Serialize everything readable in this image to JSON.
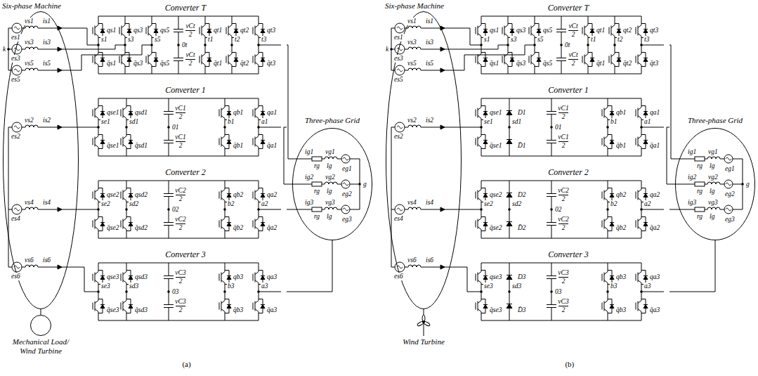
{
  "diagram": {
    "nodes": [
      {
        "text": [
          "Six-phase Machine"
        ]
      },
      {
        "text": [
          "Mechanical Load/ Wind Turbine"
        ]
      },
      {
        "text": [
          "Converter T"
        ]
      },
      {
        "text": [
          "Converter 1"
        ]
      },
      {
        "text": [
          "Converter 2"
        ]
      },
      {
        "text": [
          "Converter 3"
        ]
      },
      {
        "text": [
          "Three-phase Grid"
        ]
      },
      {
        "text": [
          "Six-phase Machine"
        ]
      },
      {
        "text": [
          "Wind Turbine"
        ]
      },
      {
        "text": [
          "Converter T"
        ]
      },
      {
        "text": [
          "Converter 1"
        ]
      },
      {
        "text": [
          "Converter 2"
        ]
      },
      {
        "text": [
          "Converter 3"
        ]
      },
      {
        "text": [
          "Three-phase Grid"
        ]
      }
    ],
    "edges": [
      {
        "from": 1,
        "to": 0,
        "arrow": "none"
      },
      {
        "from": 0,
        "to": 2,
        "arrow": "none"
      },
      {
        "from": 0,
        "to": 3,
        "arrow": "none"
      },
      {
        "from": 0,
        "to": 4,
        "arrow": "none"
      },
      {
        "from": 0,
        "to": 5,
        "arrow": "none"
      },
      {
        "from": 2,
        "to": 6,
        "arrow": "none"
      },
      {
        "from": 3,
        "to": 6,
        "arrow": "none"
      },
      {
        "from": 4,
        "to": 6,
        "arrow": "none"
      },
      {
        "from": 5,
        "to": 6,
        "arrow": "none"
      },
      {
        "from": 8,
        "to": 7,
        "arrow": "none"
      },
      {
        "from": 7,
        "to": 9,
        "arrow": "none"
      },
      {
        "from": 7,
        "to": 10,
        "arrow": "none"
      },
      {
        "from": 7,
        "to": 11,
        "arrow": "none"
      },
      {
        "from": 7,
        "to": 12,
        "arrow": "none"
      },
      {
        "from": 9,
        "to": 13,
        "arrow": "none"
      },
      {
        "from": 10,
        "to": 13,
        "arrow": "none"
      },
      {
        "from": 11,
        "to": 13,
        "arrow": "none"
      },
      {
        "from": 12,
        "to": 13,
        "arrow": "none"
      }
    ],
    "labels": [
      "vs1",
      "is1",
      "es1",
      "vs3",
      "is3",
      "es3",
      "vs5",
      "is5",
      "es5",
      "vs2",
      "is2",
      "es2",
      "vs4",
      "is4",
      "es4",
      "vs6",
      "is6",
      "es6",
      "k",
      "qs1",
      "q̄s1",
      "s1",
      "qs3",
      "q̄s3",
      "s3",
      "qs5",
      "q̄s5",
      "s5",
      "vCt",
      "2",
      "vCt",
      "2",
      "0t",
      "qt1",
      "q̄t1",
      "t1",
      "qt2",
      "q̄t2",
      "t2",
      "qt3",
      "q̄t3",
      "t3",
      "qse1",
      "q̄se1",
      "se1",
      "qsd1",
      "q̄sd1",
      "sd1",
      "vC1",
      "2",
      "vC1",
      "2",
      "01",
      "qb1",
      "q̄b1",
      "b1",
      "qa1",
      "q̄a1",
      "a1",
      "qse2",
      "q̄se2",
      "se2",
      "qsd2",
      "q̄sd2",
      "sd2",
      "vC2",
      "2",
      "vC2",
      "2",
      "02",
      "qb2",
      "q̄b2",
      "b2",
      "qa2",
      "q̄a2",
      "a2",
      "qse3",
      "q̄se3",
      "se3",
      "qsd3",
      "q̄sd3",
      "sd3",
      "vC3",
      "2",
      "vC3",
      "2",
      "03",
      "qb3",
      "q̄b3",
      "b3",
      "qa3",
      "q̄a3",
      "a3",
      "vg1",
      "ig1",
      "rg",
      "lg",
      "eg1",
      "vg2",
      "ig2",
      "rg",
      "lg",
      "eg2",
      "vg3",
      "ig3",
      "rg",
      "lg",
      "eg3",
      "g",
      "(a)",
      "vs1",
      "is1",
      "es1",
      "vs3",
      "is3",
      "es3",
      "vs5",
      "is5",
      "es5",
      "vs2",
      "is2",
      "es2",
      "vs4",
      "is4",
      "es4",
      "vs6",
      "is6",
      "es6",
      "k",
      "qs1",
      "q̄s1",
      "s1",
      "qs3",
      "q̄s3",
      "s3",
      "qs5",
      "q̄s5",
      "s5",
      "vCt",
      "2",
      "vCt",
      "2",
      "0t",
      "qt1",
      "q̄t1",
      "t1",
      "qt2",
      "q̄t2",
      "t2",
      "qt3",
      "q̄t3",
      "t3",
      "qse1",
      "q̄se1",
      "se1",
      "D1",
      "D̄1",
      "sd1",
      "vC1",
      "2",
      "vC1",
      "2",
      "01",
      "qb1",
      "q̄b1",
      "b1",
      "qa1",
      "q̄a1",
      "a1",
      "qse2",
      "q̄se2",
      "se2",
      "D2",
      "D̄2",
      "sd2",
      "vC2",
      "2",
      "vC2",
      "2",
      "02",
      "qb2",
      "q̄b2",
      "b2",
      "qa2",
      "q̄a2",
      "a2",
      "qse3",
      "q̄se3",
      "se3",
      "D3",
      "D̄3",
      "sd3",
      "vC3",
      "2",
      "vC3",
      "2",
      "03",
      "qb3",
      "q̄b3",
      "b3",
      "qa3",
      "q̄a3",
      "a3",
      "vg1",
      "ig1",
      "rg",
      "lg",
      "eg1",
      "vg2",
      "ig2",
      "rg",
      "lg",
      "eg2",
      "vg3",
      "ig3",
      "rg",
      "lg",
      "eg3",
      "g",
      "(b)"
    ]
  }
}
